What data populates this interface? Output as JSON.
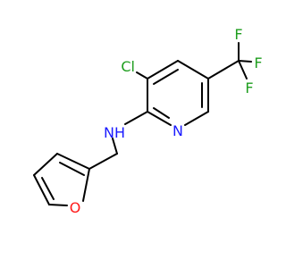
{
  "molecule": {
    "atoms": {
      "cl": {
        "text": "Cl",
        "color": "#1f9e1f"
      },
      "nh": {
        "text": "NH",
        "color": "#1a1aff"
      },
      "n": {
        "text": "N",
        "color": "#1a1aff"
      },
      "o": {
        "text": "O",
        "color": "#ff1a1a"
      },
      "f1": {
        "text": "F",
        "color": "#1f9e1f"
      },
      "f2": {
        "text": "F",
        "color": "#1f9e1f"
      },
      "f3": {
        "text": "F",
        "color": "#1f9e1f"
      }
    },
    "bond_color": "#000000"
  }
}
